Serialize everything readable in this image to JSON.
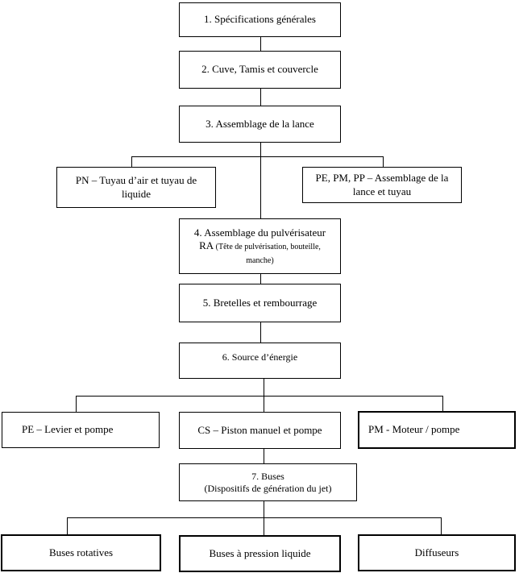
{
  "flowchart": {
    "colors": {
      "border": "#000000",
      "background": "#ffffff",
      "text": "#000000"
    },
    "nodes": {
      "step1": {
        "label": "1. Spécifications générales"
      },
      "step2": {
        "label": "2. Cuve, Tamis et couvercle"
      },
      "step3": {
        "label": "3. Assemblage de la lance"
      },
      "pn_branch": {
        "label": "PN – Tuyau d’air et tuyau de liquide"
      },
      "pe_pm_pp_branch": {
        "label": "PE, PM, PP – Assemblage de la lance et tuyau"
      },
      "step4": {
        "label_main": "4. Assemblage du pulvérisateur RA",
        "label_note": "(Tête de pulvérisation, bouteille, manche)"
      },
      "step5": {
        "label": "5. Bretelles et rembourrage"
      },
      "step6": {
        "label": "6.  Source d’énergie"
      },
      "pe_branch": {
        "label": "PE – Levier et pompe"
      },
      "cs_branch": {
        "label": "CS – Piston manuel et pompe"
      },
      "pm_branch": {
        "label": "PM - Moteur / pompe"
      },
      "step7": {
        "label_line1": "7. Buses",
        "label_line2": "(Dispositifs de génération du jet)"
      },
      "buses_rotatives": {
        "label": "Buses rotatives"
      },
      "buses_pression": {
        "label": "Buses à pression liquide"
      },
      "diffuseurs": {
        "label": "Diffuseurs"
      }
    }
  }
}
